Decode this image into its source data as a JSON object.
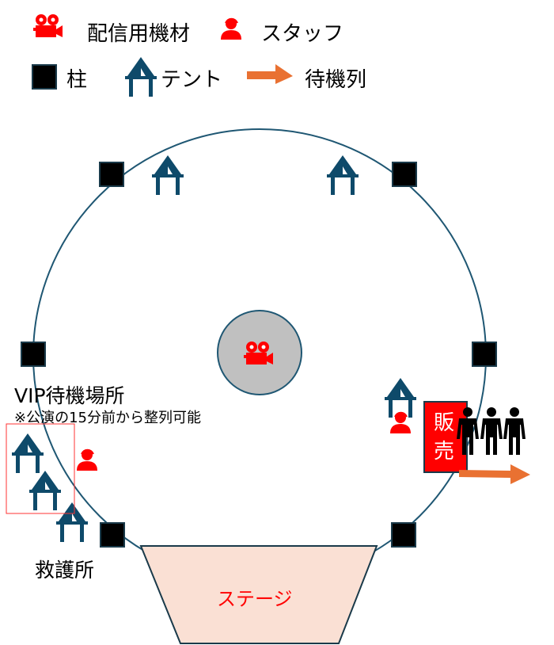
{
  "legend": {
    "camera": "配信用機材",
    "staff": "スタッフ",
    "pillar": "柱",
    "tent": "テント",
    "queue": "待機列"
  },
  "labels": {
    "vip_title": "VIP待機場所",
    "vip_note": "※公演の15分前から整列可能",
    "first_aid": "救護所",
    "stage": "ステージ",
    "sales": "販売"
  },
  "colors": {
    "accent": "#ff0000",
    "tent": "#0e4a6a",
    "arrow": "#e97132",
    "stage": "#fae0d4",
    "center": "#c0c0c0"
  }
}
